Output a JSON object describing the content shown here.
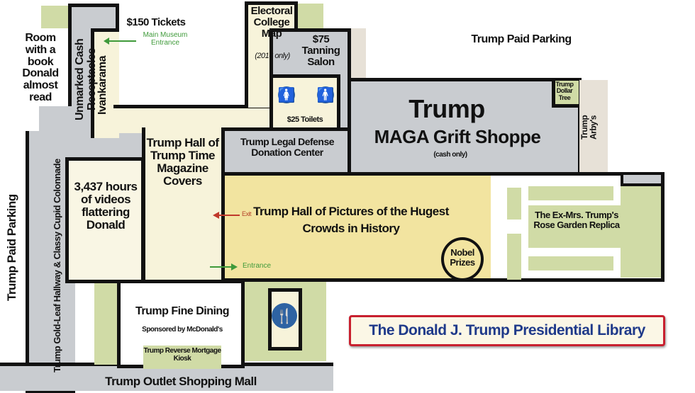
{
  "rooms": {
    "book_room": "Room with a book Donald almost read",
    "cash_receptacles": "Unmarked Cash Receptacles",
    "tickets": "$150 Tickets",
    "main_entrance": "Main Museum Entrance",
    "ivankarama": "Ivankarama",
    "electoral_map": "Electoral College Map",
    "electoral_note": "(2016 only)",
    "tanning": "$75 Tanning Salon",
    "toilets": "$25 Toilets",
    "parking_top": "Trump Paid Parking",
    "parking_left": "Trump Paid Parking",
    "dollar_tree": "Trump Dollar Tree",
    "arbys": "Trump Arby's",
    "grift_title": "Trump",
    "grift_sub": "MAGA Grift Shoppe",
    "grift_note": "(cash only)",
    "legal_defense": "Trump Legal Defense Donation Center",
    "time_covers": "Trump Hall of Trump Time Magazine Covers",
    "videos": "3,437 hours of videos flattering Donald",
    "hallway": "Trump Gold-Leaf Hallway & Classy Cupid Colonnade",
    "crowds": "Trump Hall of Pictures of the Hugest Crowds in  History",
    "exit": "Exit",
    "entrance": "Entrance",
    "nobel": "Nobel Prizes",
    "rose_garden": "The Ex-Mrs. Trump's Rose Garden Replica",
    "dining": "Trump Fine Dining",
    "dining_sponsor": "Sponsored by McDonald's",
    "kiosk": "Trump Reverse Mortgage Kiosk",
    "mall": "Trump Outlet Shopping Mall"
  },
  "title": "The Donald J. Trump Presidential Library",
  "icons": [
    "womens-restroom-icon",
    "mens-restroom-icon",
    "restaurant-icon",
    "exit-arrow",
    "entrance-arrow"
  ],
  "colors": {
    "arrow_green": "#3f9a3a",
    "arrow_red": "#c0392b",
    "title_blue": "#1f3a8a",
    "title_border": "#c8202f"
  }
}
